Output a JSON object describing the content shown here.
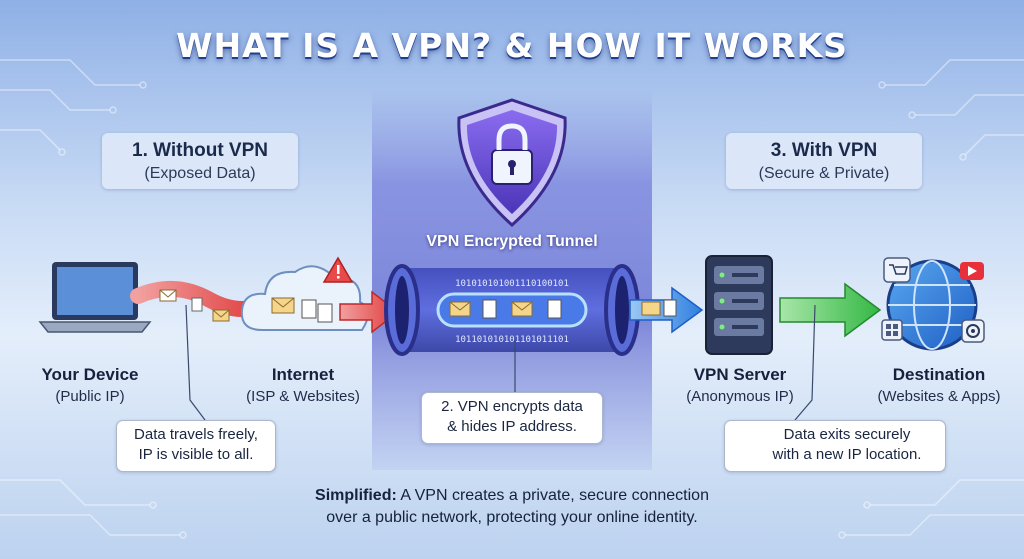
{
  "title": "WHAT IS A VPN? & HOW IT WORKS",
  "sections": {
    "without": {
      "title": "1. Without VPN",
      "subtitle": "(Exposed Data)"
    },
    "with": {
      "title": "3. With VPN",
      "subtitle": "(Secure & Private)"
    }
  },
  "tunnel": {
    "label": "VPN Encrypted Tunnel",
    "binary_top": "101010101001110100101",
    "binary_bottom": "101101010101101011101"
  },
  "nodes": {
    "device": {
      "title": "Your Device",
      "subtitle": "(Public IP)"
    },
    "internet": {
      "title": "Internet",
      "subtitle": "(ISP & Websites)"
    },
    "server": {
      "title": "VPN Server",
      "subtitle": "(Anonymous IP)"
    },
    "destination": {
      "title": "Destination",
      "subtitle": "(Websites & Apps)"
    }
  },
  "callouts": {
    "exposed": {
      "line1": "Data travels freely,",
      "line2": "IP is visible to all."
    },
    "encrypt": {
      "line1": "2. VPN encrypts data",
      "line2": "& hides IP address."
    },
    "exit": {
      "line1": "Data exits securely",
      "line2": "with a new IP location."
    }
  },
  "footer": {
    "bold": "Simplified:",
    "line1": "A VPN creates a private, secure connection",
    "line2": "over a public network, protecting your online identity."
  },
  "colors": {
    "unsafe_arrow": "#e84a4a",
    "tunnel": "#5a5fd6",
    "blue_arrow": "#3a8ee6",
    "green_arrow": "#3ec04a",
    "shield": "#6a4fd8",
    "check": "#2fa84a"
  }
}
